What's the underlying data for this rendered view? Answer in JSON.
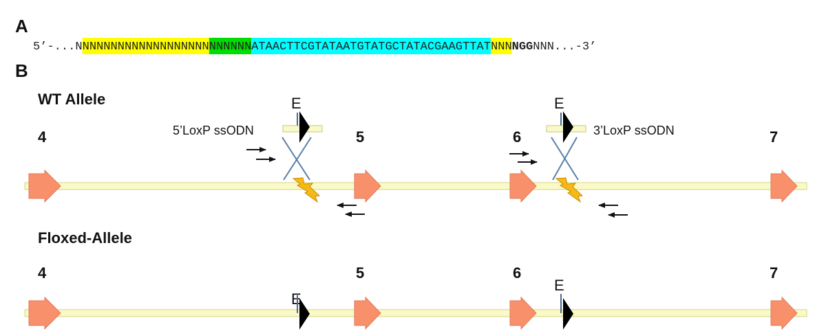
{
  "panel_a": {
    "label": "A",
    "sequence": [
      {
        "text": "5’-...N",
        "hl": "none",
        "bold": false
      },
      {
        "text": "NNNNNNNNNNNNNNNNNN",
        "hl": "yellow",
        "bold": false
      },
      {
        "text": "NNNNNN",
        "hl": "green",
        "bold": false
      },
      {
        "text": "ATAACTTCGTATAATGTATGCTATACGAAGTTAT",
        "hl": "cyan",
        "bold": false
      },
      {
        "text": "NNN",
        "hl": "yellow",
        "bold": false
      },
      {
        "text": "NGG",
        "hl": "none",
        "bold": true
      },
      {
        "text": "NNN...-3’",
        "hl": "none",
        "bold": false
      }
    ]
  },
  "panel_b": {
    "label": "B",
    "wt_title": "WT Allele",
    "floxed_title": "Floxed-Allele",
    "exon_labels": [
      "4",
      "5",
      "6",
      "7"
    ],
    "site_label": "E",
    "oligo_5_label": "5’LoxP ssODN",
    "oligo_3_label": "3’LoxP ssODN"
  },
  "colors": {
    "yellow": "#ffff00",
    "green": "#00dd00",
    "cyan": "#00ffff",
    "track_fill": "#fafac8",
    "track_stroke": "#d6d47c",
    "exon": "#f9906c",
    "exon_stroke": "#e07a58",
    "loxp": "#000000",
    "site_line": "#4a6a8e",
    "cross_line": "#5a7ea6",
    "bolt": "#f6b916",
    "bolt_stroke": "#c98a00",
    "text": "#111111"
  },
  "icons": {
    "exon": "exon-arrow-icon",
    "loxp": "loxp-triangle-icon",
    "cut": "lightning-bolt-icon",
    "primer": "primer-arrow-icon"
  }
}
